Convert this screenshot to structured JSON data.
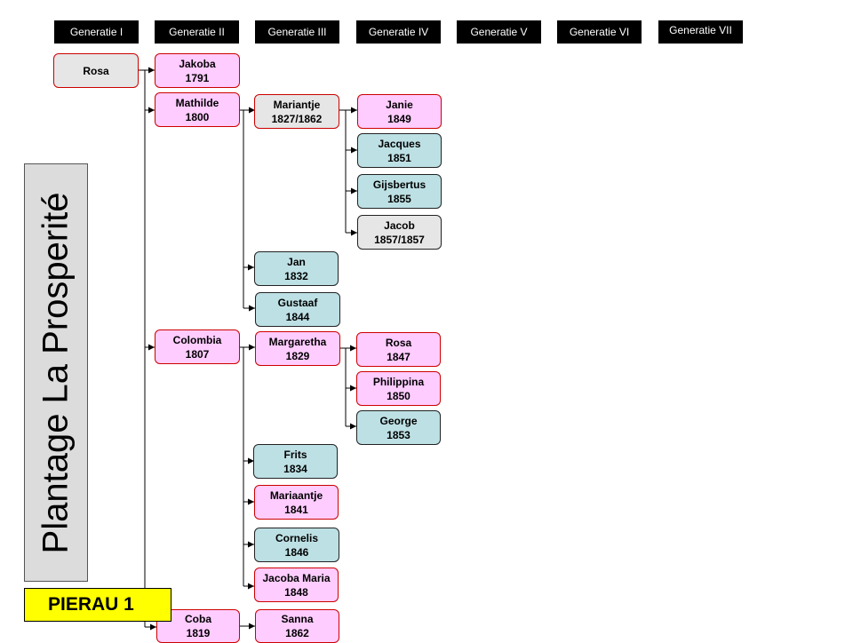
{
  "generations": [
    "Generatie  I",
    "Generatie  II",
    "Generatie  III",
    "Generatie  IV",
    "Generatie  V",
    "Generatie  VI",
    "Generatie  VII"
  ],
  "title": "Plantage La Prosperité",
  "code": "PIERAU 1",
  "nodes": {
    "rosa_root": {
      "name": "Rosa",
      "year": ""
    },
    "jakoba": {
      "name": "Jakoba",
      "year": "1791"
    },
    "mathilde": {
      "name": "Mathilde",
      "year": "1800"
    },
    "colombia": {
      "name": "Colombia",
      "year": "1807"
    },
    "coba": {
      "name": "Coba",
      "year": "1819"
    },
    "mariantje": {
      "name": "Mariantje",
      "year": "1827/1862"
    },
    "jan": {
      "name": "Jan",
      "year": "1832"
    },
    "gustaaf": {
      "name": "Gustaaf",
      "year": "1844"
    },
    "margaretha": {
      "name": "Margaretha",
      "year": "1829"
    },
    "frits": {
      "name": "Frits",
      "year": "1834"
    },
    "mariaantje": {
      "name": "Mariaantje",
      "year": "1841"
    },
    "cornelis": {
      "name": "Cornelis",
      "year": "1846"
    },
    "jacoba_maria": {
      "name": "Jacoba Maria",
      "year": "1848"
    },
    "sanna": {
      "name": "Sanna",
      "year": "1862"
    },
    "janie": {
      "name": "Janie",
      "year": "1849"
    },
    "jacques": {
      "name": "Jacques",
      "year": "1851"
    },
    "gijsbertus": {
      "name": "Gijsbertus",
      "year": "1855"
    },
    "jacob": {
      "name": "Jacob",
      "year": "1857/1857"
    },
    "rosa2": {
      "name": "Rosa",
      "year": "1847"
    },
    "philippina": {
      "name": "Philippina",
      "year": "1850"
    },
    "george": {
      "name": "George",
      "year": "1853"
    }
  }
}
